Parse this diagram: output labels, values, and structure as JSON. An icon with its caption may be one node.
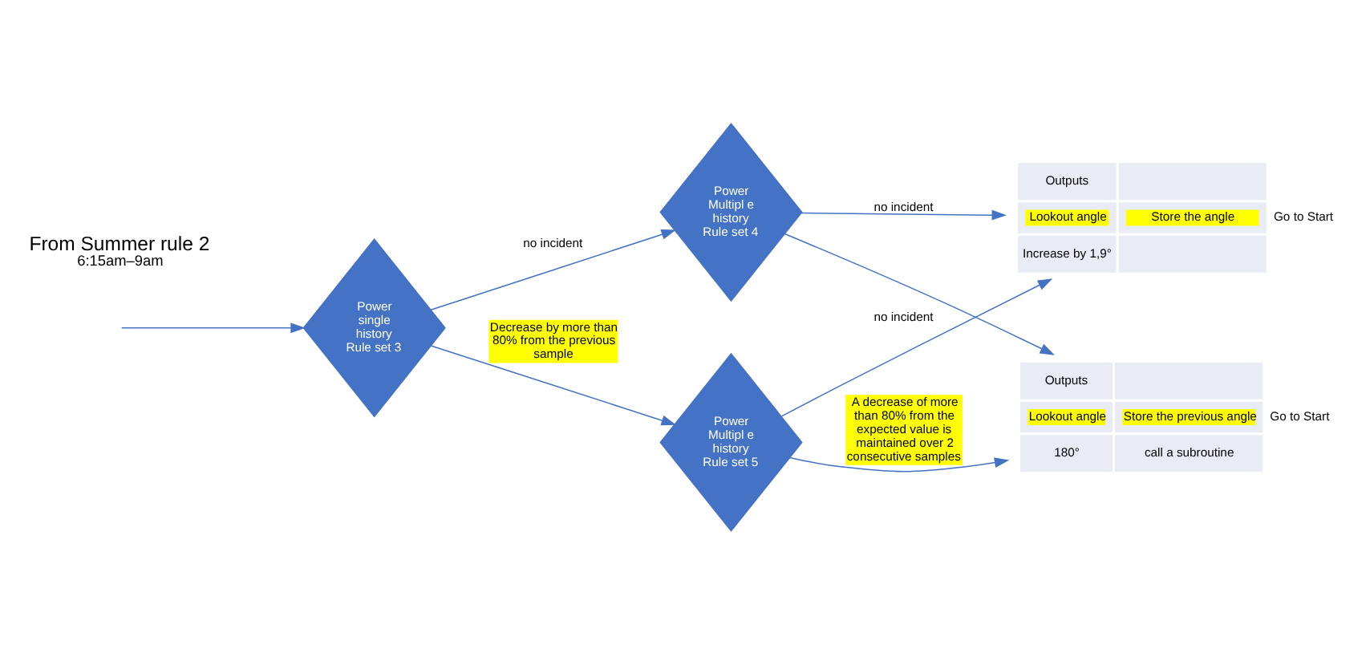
{
  "diagram": {
    "nodes": [
      {
        "text": [
          "Power single history Rule set 3"
        ]
      },
      {
        "text": [
          "Power Multipl e history Rule set 4"
        ]
      },
      {
        "text": [
          "Power Multipl e history Rule set 5"
        ]
      },
      {
        "text": [
          "Outputs",
          "Lookout angle",
          "Store the angle",
          "Increase by 1,9°"
        ],
        "beside": [
          "Go to Start"
        ]
      },
      {
        "text": [
          "Outputs",
          "Lookout angle",
          "Store the previous angle",
          "180°",
          "call a subroutine"
        ],
        "beside": [
          "Go to Start"
        ]
      }
    ],
    "edges": [
      {
        "from": null,
        "to": 0,
        "arrow": "to"
      },
      {
        "from": 0,
        "to": 1,
        "arrow": "to",
        "label": "no incident"
      },
      {
        "from": 0,
        "to": 2,
        "arrow": "to",
        "label": "Decrease by more than 80% from the previous sample"
      },
      {
        "from": 1,
        "to": 3,
        "arrow": "to",
        "label": "no incident"
      },
      {
        "from": 2,
        "to": 3,
        "arrow": "to",
        "label": "no incident"
      },
      {
        "from": 1,
        "to": 4,
        "arrow": "to"
      },
      {
        "from": 2,
        "to": 4,
        "arrow": "to",
        "label": "A decrease of more than 80% from the expected value is maintained over 2 consecutive samples"
      }
    ],
    "labels": [
      "From Summer rule 2",
      "6:15am–9am"
    ]
  }
}
